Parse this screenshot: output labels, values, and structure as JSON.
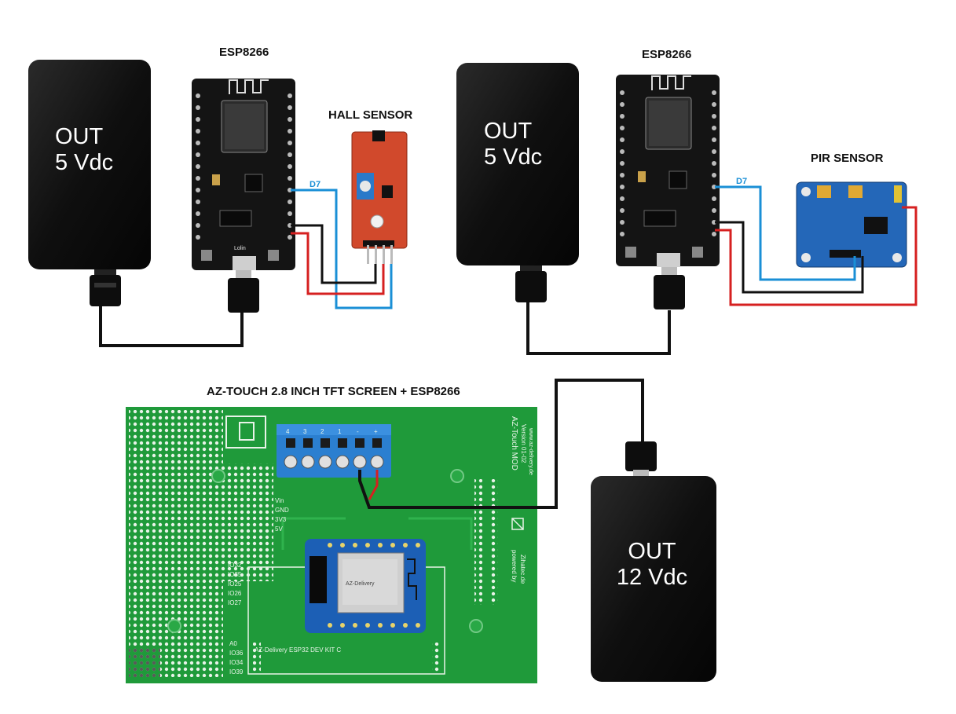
{
  "labels": {
    "esp_left": "ESP8266",
    "esp_right": "ESP8266",
    "hall_sensor": "HALL SENSOR",
    "pir_sensor": "PIR SENSOR",
    "az_touch": "AZ-TOUCH 2.8 INCH TFT SCREEN + ESP8266",
    "d7_left": "D7",
    "d7_right": "D7"
  },
  "power_banks": {
    "left": {
      "line1": "OUT",
      "line2": "5 Vdc"
    },
    "middle": {
      "line1": "OUT",
      "line2": "5 Vdc"
    },
    "bottom": {
      "line1": "OUT",
      "line2": "12 Vdc"
    }
  },
  "board_text": {
    "az_model": "AZ-Touch MOD",
    "az_version": "Version 01-02",
    "az_url": "www.az-delivery.de",
    "powered_by": "powered by",
    "zihatec": "Zihatec.de",
    "devkit": "AZ-Delivery ESP32 DEV KIT C",
    "terminal_pins": [
      "4",
      "3",
      "2",
      "1",
      "-",
      "+"
    ],
    "power_pins": [
      "Vin",
      "GND",
      "3V3",
      "5V"
    ],
    "io_pins_top": [
      "IO32",
      "IO35",
      "IO25",
      "IO26",
      "IO27"
    ],
    "io_pins_bottom": [
      "A0",
      "IO36",
      "IO34",
      "IO39"
    ],
    "nodemcu_brand": "Lolin",
    "d1_brand": "AZ-Delivery"
  },
  "colors": {
    "wire_signal": "#1a8fd6",
    "wire_power": "#d62020",
    "wire_ground": "#111111",
    "pcb_green": "#1f9a3a",
    "terminal_blue": "#2b7fd0",
    "power_bank": "#111111"
  }
}
